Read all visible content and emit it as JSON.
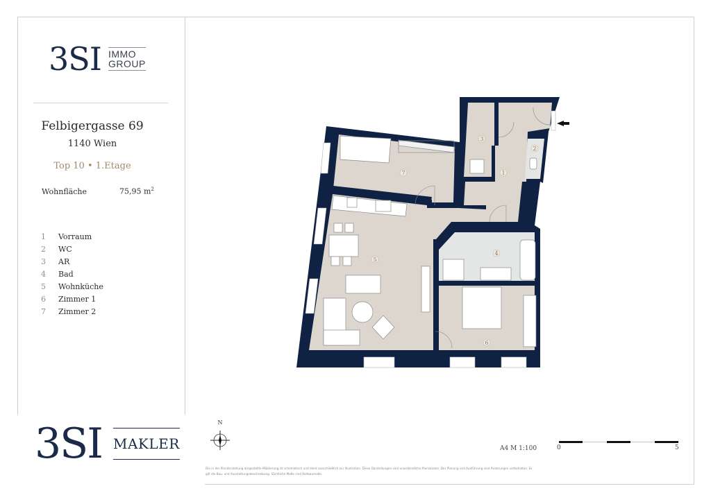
{
  "logo_top": {
    "mark": "3SI",
    "sub_line1": "IMMO",
    "sub_line2": "GROUP"
  },
  "property": {
    "street": "Felbigergasse 69",
    "city": "1140 Wien",
    "unit": "Top 10 • 1.Etage",
    "area_label": "Wohnfläche",
    "area_value": "75,95 m",
    "area_unit_sup": "2"
  },
  "rooms": [
    {
      "num": "1",
      "name": "Vorraum"
    },
    {
      "num": "2",
      "name": "WC"
    },
    {
      "num": "3",
      "name": "AR"
    },
    {
      "num": "4",
      "name": "Bad"
    },
    {
      "num": "5",
      "name": "Wohnküche"
    },
    {
      "num": "6",
      "name": "Zimmer 1"
    },
    {
      "num": "7",
      "name": "Zimmer 2"
    }
  ],
  "logo_bottom": {
    "mark": "3SI",
    "sub": "MAKLER"
  },
  "compass": {
    "label": "N"
  },
  "scale": {
    "paper_scale": "A4  M 1:100",
    "start": "0",
    "end": "5"
  },
  "disclaimer": {
    "line1": "Die in der Planderstellung dargestellte Möblierung ist schematisch und dient ausschließlich zur Illustration. Diese Darstellungen sind unverbindliche Planskizzen. Der Planung und Ausführung sind Änderungen vorbehalten. Es",
    "line2": "gilt die Bau- und Ausstattungsbeschreibung. Sämtliche Maße sind Rohbaumaße."
  },
  "plan_labels": {
    "r1": "1",
    "r2": "2",
    "r3": "3",
    "r4": "4",
    "r5": "5",
    "r6": "6",
    "r7": "7"
  },
  "colors": {
    "wall": "#0f2244",
    "floor": "#dcd6ce",
    "wet_floor": "#e4e6e6",
    "brand": "#1c2a4a",
    "accent": "#a08a6a"
  }
}
